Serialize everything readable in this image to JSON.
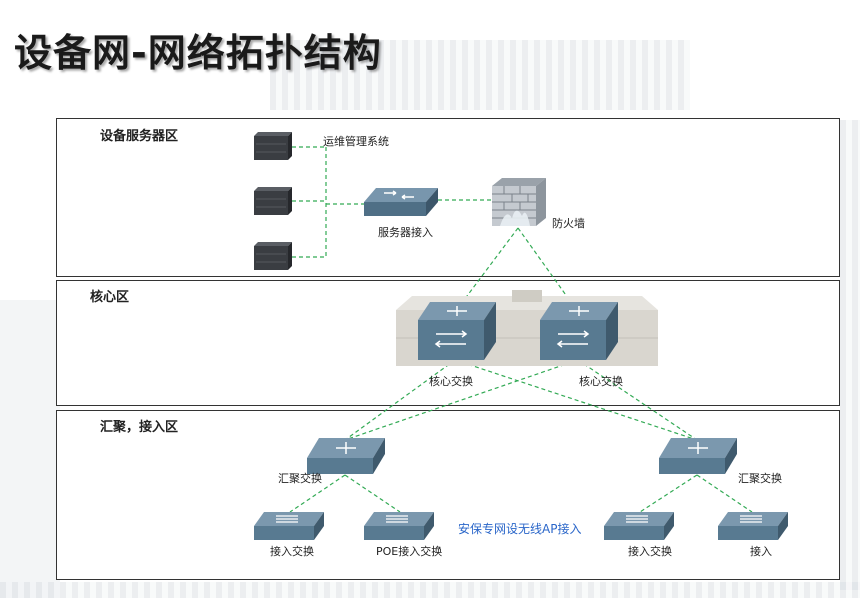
{
  "title": "设备网-网络拓扑结构",
  "zones": {
    "server": "设备服务器区",
    "core": "核心区",
    "agg": "汇聚，接入区"
  },
  "labels": {
    "ops_system": "运维管理系统",
    "server_access": "服务器接入",
    "firewall": "防火墙",
    "core_switch_1": "核心交换",
    "core_switch_2": "核心交换",
    "agg_switch_left": "汇聚交换",
    "agg_switch_right": "汇聚交换",
    "access_switch_1": "接入交换",
    "poe_switch": "POE接入交换",
    "wireless_note": "安保专网设无线AP接入",
    "access_switch_3": "接入交换",
    "access_switch_4": "接入"
  },
  "colors": {
    "link_green": "#33aa55",
    "link_gray": "#999999",
    "switch_blue": "#5c7f99",
    "server_dark": "#3a3d42",
    "note_blue": "#2a66c9"
  }
}
